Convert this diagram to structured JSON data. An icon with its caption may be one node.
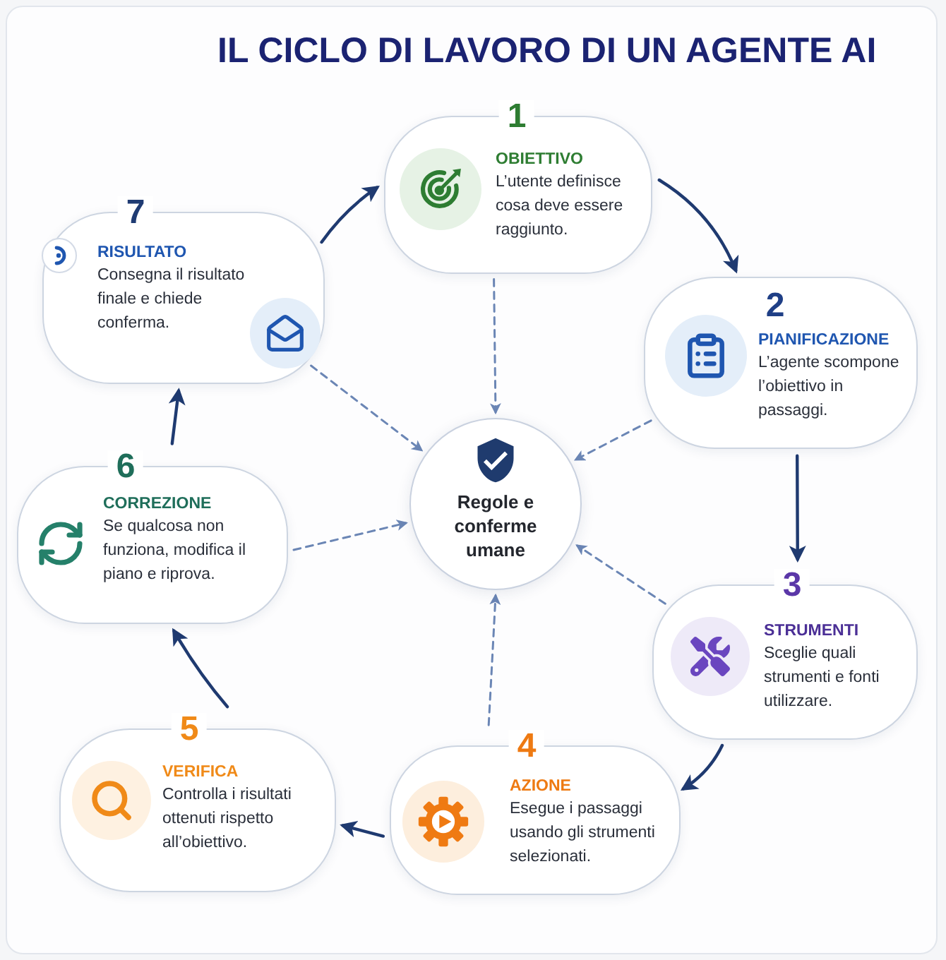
{
  "diagram": {
    "title": "IL CICLO DI LAVORO DI UN AGENTE AI",
    "nodes": [
      {
        "text": [
          "1",
          "OBIETTIVO",
          "L’utente definisce cosa deve essere raggiunto."
        ]
      },
      {
        "text": [
          "2",
          "PIANIFICAZIONE",
          "L’agente scompone l’obiettivo in passaggi."
        ]
      },
      {
        "text": [
          "3",
          "STRUMENTI",
          "Sceglie quali strumenti e fonti utilizzare."
        ]
      },
      {
        "text": [
          "4",
          "AZIONE",
          "Esegue i passaggi usando gli strumenti selezionati."
        ]
      },
      {
        "text": [
          "5",
          "VERIFICA",
          "Controlla i risultati ottenuti rispetto all’obiettivo."
        ]
      },
      {
        "text": [
          "6",
          "CORREZIONE",
          "Se qualcosa non funziona, modifica il piano e riprova."
        ]
      },
      {
        "text": [
          "7",
          "RISULTATO",
          "Consegna il risultato finale e chiede conferma."
        ]
      },
      {
        "text": [
          "Regole e conferme umane"
        ]
      }
    ],
    "edges": [
      {
        "from": 6,
        "to": 0,
        "arrow": "to"
      },
      {
        "from": 0,
        "to": 1,
        "arrow": "to"
      },
      {
        "from": 1,
        "to": 2,
        "arrow": "to"
      },
      {
        "from": 2,
        "to": 3,
        "arrow": "to"
      },
      {
        "from": 3,
        "to": 4,
        "arrow": "to"
      },
      {
        "from": 4,
        "to": 5,
        "arrow": "to"
      },
      {
        "from": 5,
        "to": 6,
        "arrow": "to"
      },
      {
        "from": 0,
        "to": 7,
        "arrow": "to",
        "style": "dashed",
        "color": "#6b86b5"
      },
      {
        "from": 1,
        "to": 7,
        "arrow": "to",
        "style": "dashed",
        "color": "#6b86b5"
      },
      {
        "from": 2,
        "to": 7,
        "arrow": "to",
        "style": "dashed",
        "color": "#6b86b5"
      },
      {
        "from": 3,
        "to": 7,
        "arrow": "to",
        "style": "dashed",
        "color": "#6b86b5"
      },
      {
        "from": 5,
        "to": 7,
        "arrow": "to",
        "style": "dashed",
        "color": "#6b86b5"
      },
      {
        "from": 6,
        "to": 7,
        "arrow": "to",
        "style": "dashed",
        "color": "#6b86b5"
      }
    ]
  }
}
